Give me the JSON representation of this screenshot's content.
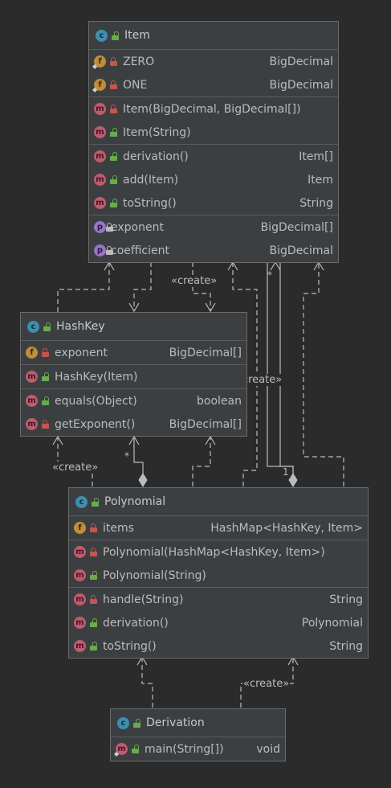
{
  "classes": {
    "item": {
      "name": "Item",
      "fields": [
        {
          "kind": "f",
          "static": true,
          "visibility": "private",
          "name": "ZERO",
          "type": "BigDecimal"
        },
        {
          "kind": "f",
          "static": true,
          "visibility": "private",
          "name": "ONE",
          "type": "BigDecimal"
        }
      ],
      "constructors": [
        {
          "kind": "m",
          "visibility": "private",
          "name": "Item(BigDecimal, BigDecimal[])",
          "type": ""
        },
        {
          "kind": "m",
          "visibility": "public",
          "name": "Item(String)",
          "type": ""
        }
      ],
      "methods": [
        {
          "kind": "m",
          "visibility": "public",
          "name": "derivation()",
          "type": "Item[]"
        },
        {
          "kind": "m",
          "visibility": "public",
          "name": "add(Item)",
          "type": "Item"
        },
        {
          "kind": "m",
          "visibility": "public",
          "name": "toString()",
          "type": "String"
        }
      ],
      "properties": [
        {
          "kind": "p",
          "name": "exponent",
          "type": "BigDecimal[]"
        },
        {
          "kind": "p",
          "name": "coefficient",
          "type": "BigDecimal"
        }
      ]
    },
    "hashkey": {
      "name": "HashKey",
      "fields": [
        {
          "kind": "f",
          "visibility": "private",
          "name": "exponent",
          "type": "BigDecimal[]"
        }
      ],
      "constructors": [
        {
          "kind": "m",
          "visibility": "public",
          "name": "HashKey(Item)",
          "type": ""
        }
      ],
      "methods": [
        {
          "kind": "m",
          "visibility": "public",
          "name": "equals(Object)",
          "type": "boolean"
        },
        {
          "kind": "m",
          "visibility": "private",
          "name": "getExponent()",
          "type": "BigDecimal[]"
        }
      ]
    },
    "polynomial": {
      "name": "Polynomial",
      "fields": [
        {
          "kind": "f",
          "visibility": "private",
          "name": "items",
          "type": "HashMap<HashKey, Item>"
        }
      ],
      "constructors": [
        {
          "kind": "m",
          "visibility": "private",
          "name": "Polynomial(HashMap<HashKey, Item>)",
          "type": ""
        },
        {
          "kind": "m",
          "visibility": "public",
          "name": "Polynomial(String)",
          "type": ""
        }
      ],
      "methods": [
        {
          "kind": "m",
          "visibility": "private",
          "name": "handle(String)",
          "type": "String"
        },
        {
          "kind": "m",
          "visibility": "public",
          "name": "derivation()",
          "type": "Polynomial"
        },
        {
          "kind": "m",
          "visibility": "public",
          "name": "toString()",
          "type": "String"
        }
      ]
    },
    "derivation": {
      "name": "Derivation",
      "methods": [
        {
          "kind": "m",
          "static": true,
          "visibility": "public",
          "name": "main(String[])",
          "type": "void"
        }
      ]
    }
  },
  "labels": {
    "create1": "«create»",
    "create2": "«create»",
    "create3": "«create»",
    "create4": "«create»",
    "mult_star1": "*",
    "mult_star2": "*",
    "mult_one": "1"
  },
  "colors": {
    "background": "#2b2b2b",
    "box": "#3c3f41",
    "line": "#bbbbbb",
    "class_badge": "#3d8fb0",
    "field_badge": "#c08d3a",
    "method_badge": "#c25a6f",
    "property_badge": "#9874c9",
    "private": "#c75450",
    "public": "#6aab4e"
  }
}
